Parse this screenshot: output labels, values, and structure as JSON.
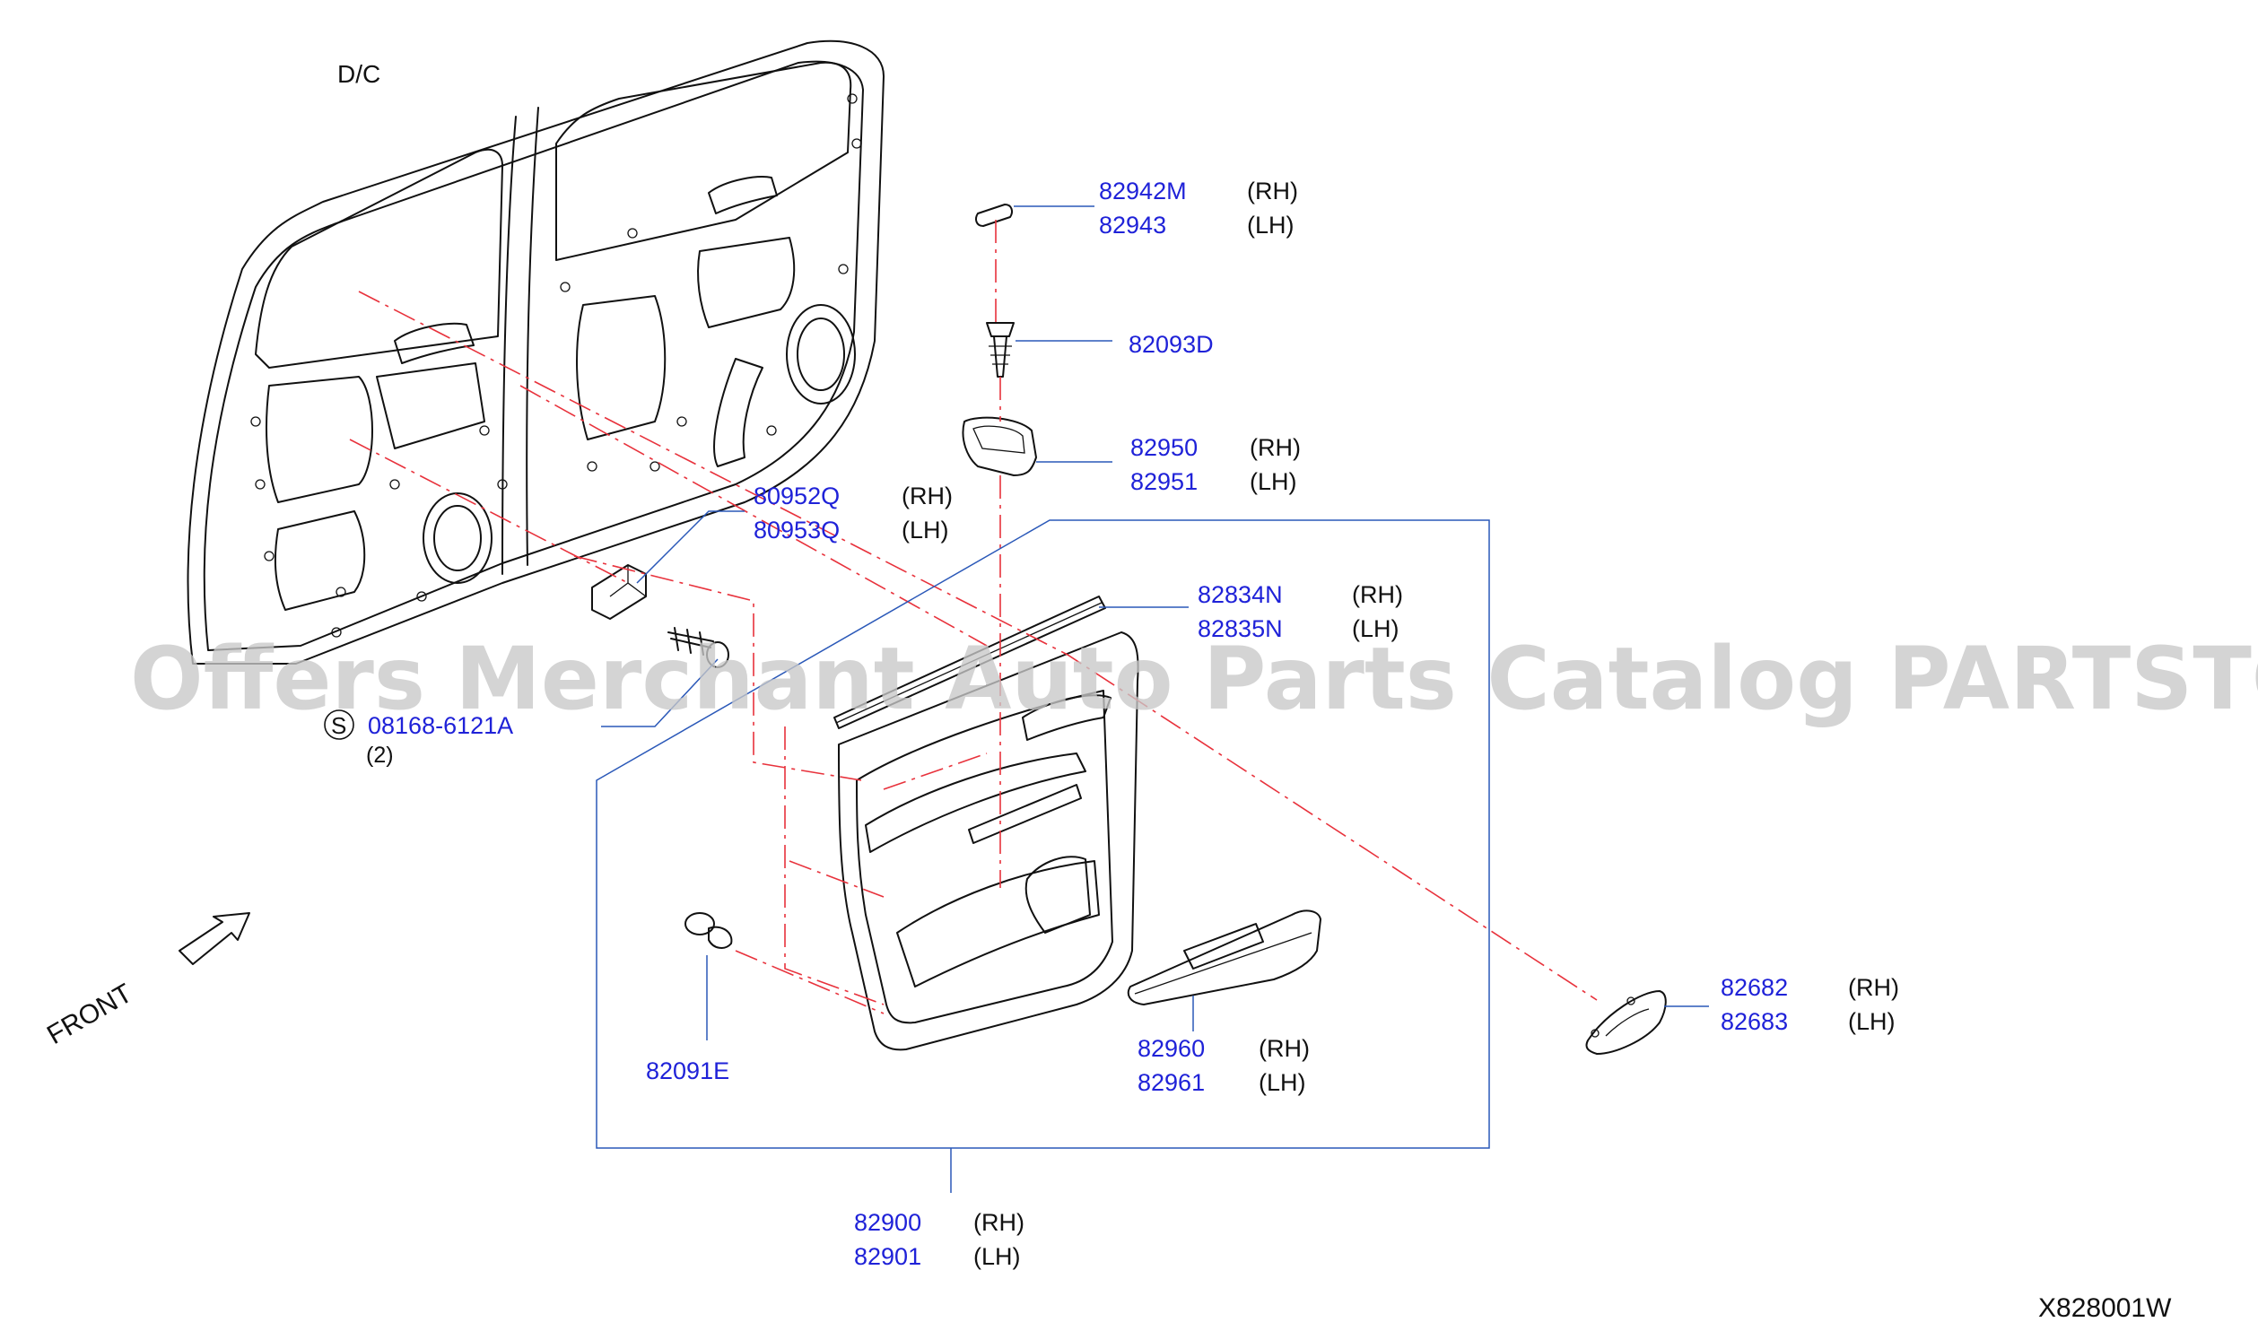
{
  "header": {
    "dc_label": "D/C"
  },
  "footer": {
    "diagram_code": "X828001W"
  },
  "watermark": "Offers Merchant Auto Parts Catalog PARTSTORE.SA",
  "front_label": "FRONT",
  "std_part": {
    "symbol": "S",
    "number": "08168-6121A",
    "qty": "(2)"
  },
  "callouts": {
    "c82942": {
      "rh": "82942M",
      "lh": "82943",
      "rh_side": "(RH)",
      "lh_side": "(LH)"
    },
    "c82093": {
      "num": "82093D"
    },
    "c82950": {
      "rh": "82950",
      "lh": "82951",
      "rh_side": "(RH)",
      "lh_side": "(LH)"
    },
    "c80952": {
      "rh": "80952Q",
      "lh": "80953Q",
      "rh_side": "(RH)",
      "lh_side": "(LH)"
    },
    "c82834": {
      "rh": "82834N",
      "lh": "82835N",
      "rh_side": "(RH)",
      "lh_side": "(LH)"
    },
    "c82091": {
      "num": "82091E"
    },
    "c82960": {
      "rh": "82960",
      "lh": "82961",
      "rh_side": "(RH)",
      "lh_side": "(LH)"
    },
    "c82682": {
      "rh": "82682",
      "lh": "82683",
      "rh_side": "(RH)",
      "lh_side": "(LH)"
    },
    "c82900": {
      "rh": "82900",
      "lh": "82901",
      "rh_side": "(RH)",
      "lh_side": "(LH)"
    }
  },
  "colors": {
    "part_number": "#1f22d8",
    "leader": "#2a58b8",
    "centerline": "#e8323c",
    "watermark": "#c8c8c8"
  }
}
